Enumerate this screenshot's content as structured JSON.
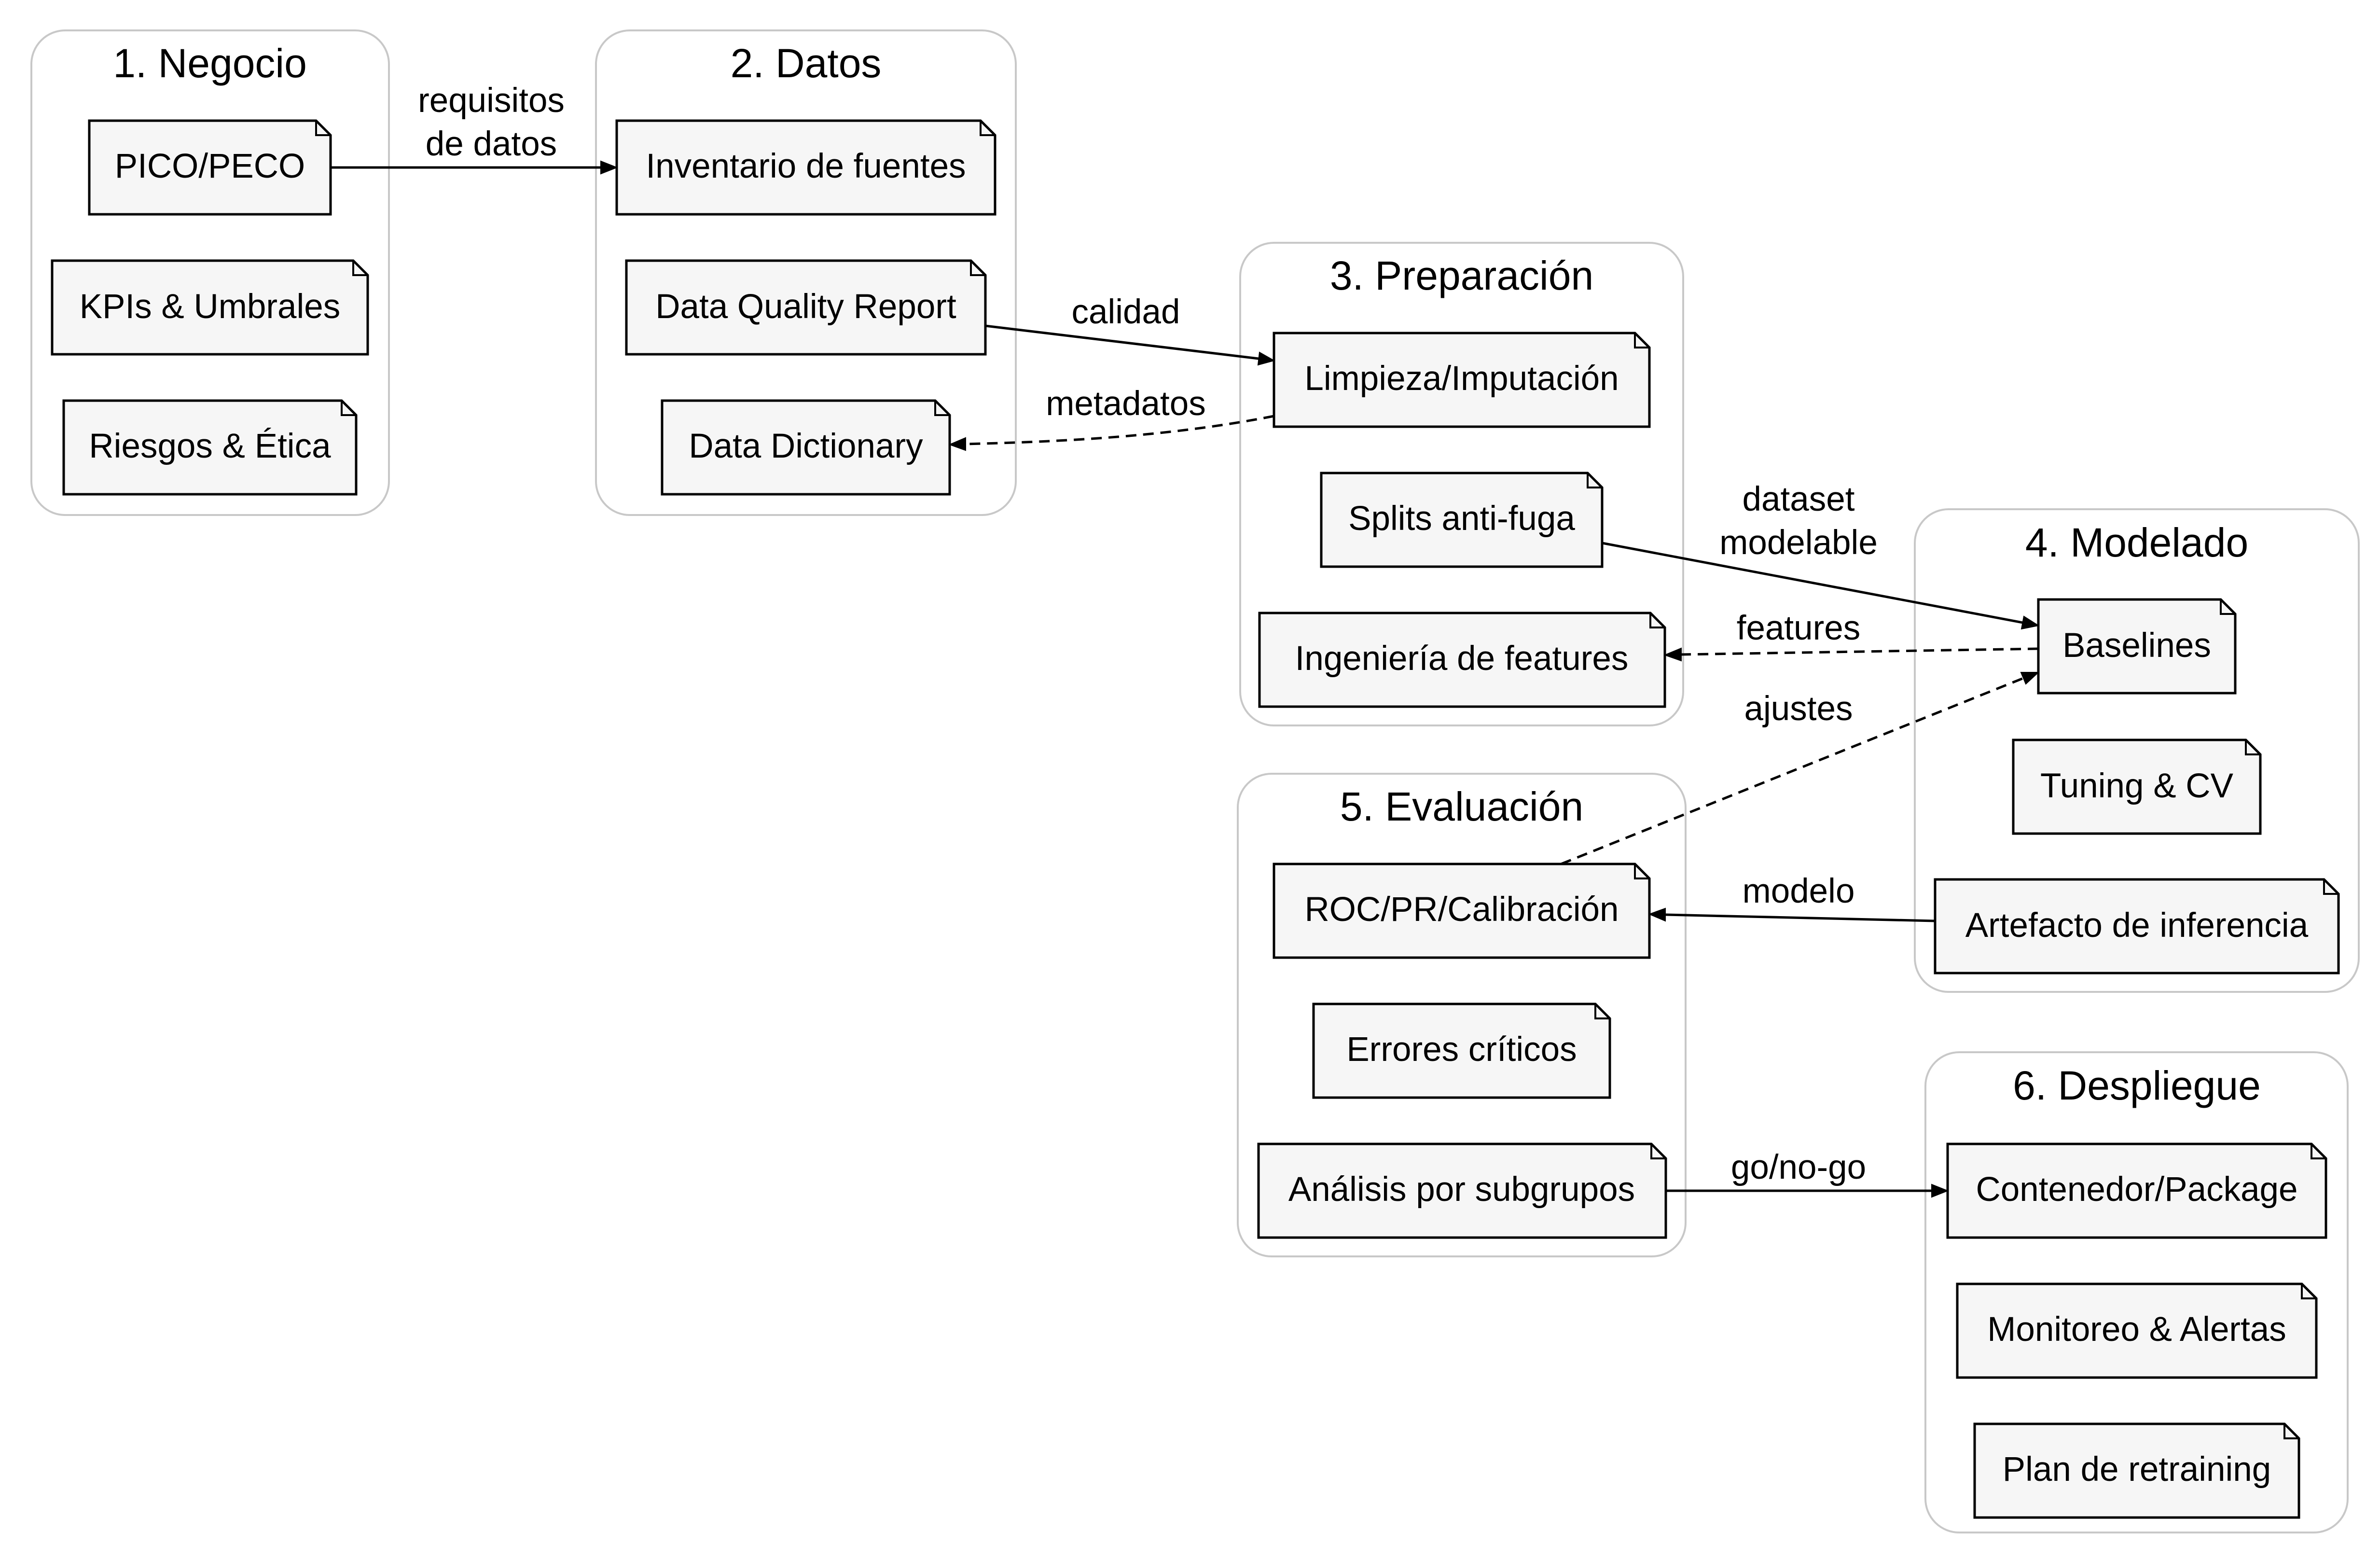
{
  "clusters": {
    "negocio": "1. Negocio",
    "datos": "2. Datos",
    "preparacion": "3. Preparación",
    "modelado": "4. Modelado",
    "evaluacion": "5. Evaluación",
    "despliegue": "6. Despliegue"
  },
  "nodes": {
    "pico": "PICO/PECO",
    "kpis": "KPIs & Umbrales",
    "riesgos": "Riesgos & Ética",
    "inventario": "Inventario de fuentes",
    "dqr": "Data Quality Report",
    "dictionary": "Data Dictionary",
    "limpieza": "Limpieza/Imputación",
    "splits": "Splits anti-fuga",
    "ingenieria": "Ingeniería de features",
    "baselines": "Baselines",
    "tuning": "Tuning & CV",
    "artefacto": "Artefacto de inferencia",
    "roc": "ROC/PR/Calibración",
    "errores": "Errores críticos",
    "subgrupos": "Análisis por subgrupos",
    "contenedor": "Contenedor/Package",
    "monitoreo": "Monitoreo & Alertas",
    "retraining": "Plan de retraining"
  },
  "edges": {
    "requisitos_1": "requisitos",
    "requisitos_2": "de datos",
    "calidad": "calidad",
    "metadatos": "metadatos",
    "dataset_1": "dataset",
    "dataset_2": "modelable",
    "features": "features",
    "ajustes": "ajustes",
    "modelo": "modelo",
    "gonogo": "go/no-go"
  }
}
